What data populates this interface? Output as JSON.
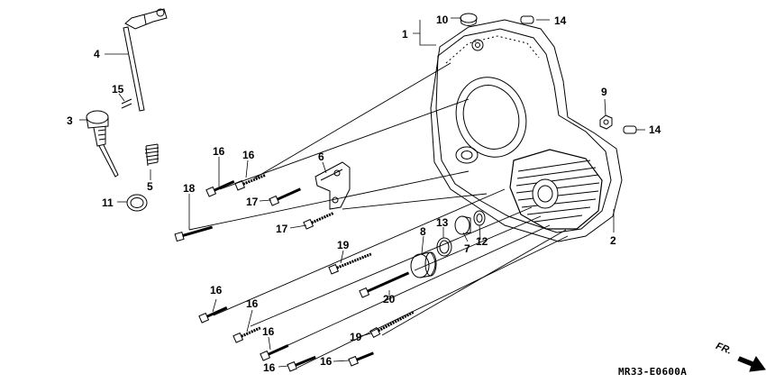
{
  "diagram": {
    "callouts": [
      "1",
      "2",
      "3",
      "4",
      "5",
      "6",
      "7",
      "8",
      "9",
      "10",
      "11",
      "12",
      "13",
      "14",
      "15",
      "16",
      "17",
      "18",
      "19",
      "20"
    ],
    "drawing_code": "MR33-E0600A",
    "direction_label": "FR."
  }
}
